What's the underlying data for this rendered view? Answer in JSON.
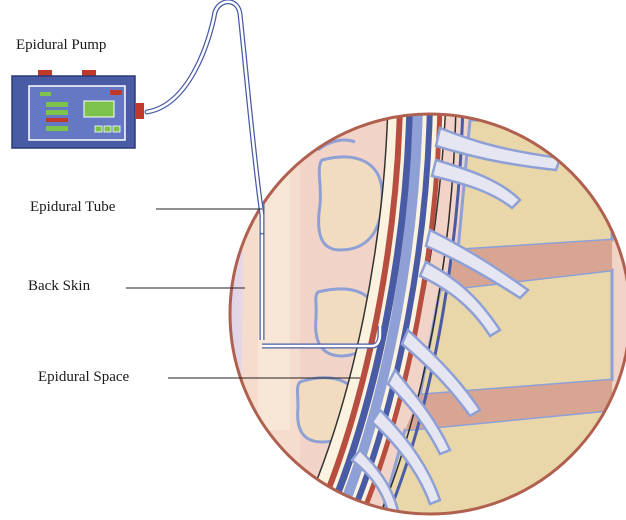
{
  "labels": {
    "pump": "Epidural Pump",
    "tube": "Epidural Tube",
    "skin": "Back Skin",
    "space": "Epidural Space"
  },
  "colors": {
    "pump_body": "#4a5ba6",
    "pump_screen": "#7dc24b",
    "pump_button_red": "#c0392b",
    "tube_stroke": "#4a5ba6",
    "circle_rim": "#b0604f",
    "soft_tissue": "#f2d3c7",
    "vertebra_fill": "#e9d7a9",
    "vertebra_outline": "#8ea0d6",
    "dura": "#4a5ba6",
    "ligament_red": "#b84e40",
    "cord_cream": "#fbf3df"
  },
  "icons": {
    "pump": "infusion-pump-icon"
  }
}
